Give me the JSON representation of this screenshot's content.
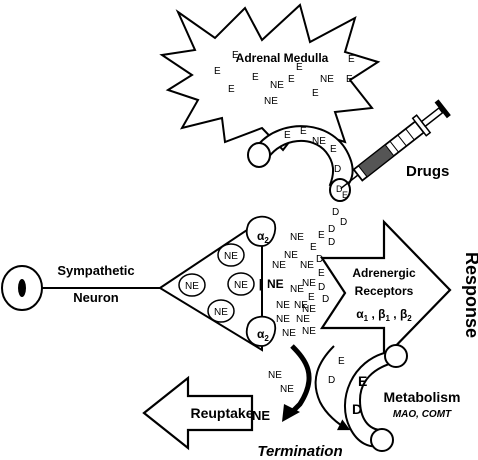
{
  "adrenal": {
    "label": "Adrenal Medulla",
    "molecules": [
      "E",
      "E",
      "E",
      "E",
      "NE",
      "E",
      "E",
      "E",
      "NE",
      "E",
      "E",
      "NE"
    ]
  },
  "drugs": {
    "label": "Drugs"
  },
  "vesicle_top": {
    "molecules": [
      "E",
      "E",
      "NE",
      "E",
      "D",
      "D",
      "E"
    ]
  },
  "neuron": {
    "label_line1": "Sympathetic",
    "label_line2": "Neuron",
    "vesicles": [
      "NE",
      "NE",
      "NE",
      "NE",
      "NE"
    ],
    "autoreceptor_label": "α",
    "autoreceptor_sub": "2"
  },
  "cleft": {
    "molecules": [
      "D",
      "D",
      "D",
      "NE",
      "E",
      "D",
      "NE",
      "E",
      "D",
      "NE",
      "NE",
      "E",
      "NE",
      "D",
      "D",
      "NE",
      "NE",
      "NE",
      "E",
      "NE",
      "NE",
      "NE",
      "NE",
      "NE",
      "NE"
    ]
  },
  "receptors": {
    "line1": "Adrenergic",
    "line2": "Receptors",
    "alpha": "α",
    "beta": "β",
    "sub1": "1",
    "sub2": "2",
    "sep": " , "
  },
  "response": {
    "label": "Response"
  },
  "metabolism": {
    "label": "Metabolism",
    "enzymes": "MAO, COMT",
    "molecules": [
      "E",
      "D"
    ]
  },
  "reuptake": {
    "label": "Reuptake",
    "molecule": "NE"
  },
  "termination": {
    "label": "Termination",
    "molecules": [
      "NE",
      "NE",
      "D",
      "E"
    ]
  }
}
